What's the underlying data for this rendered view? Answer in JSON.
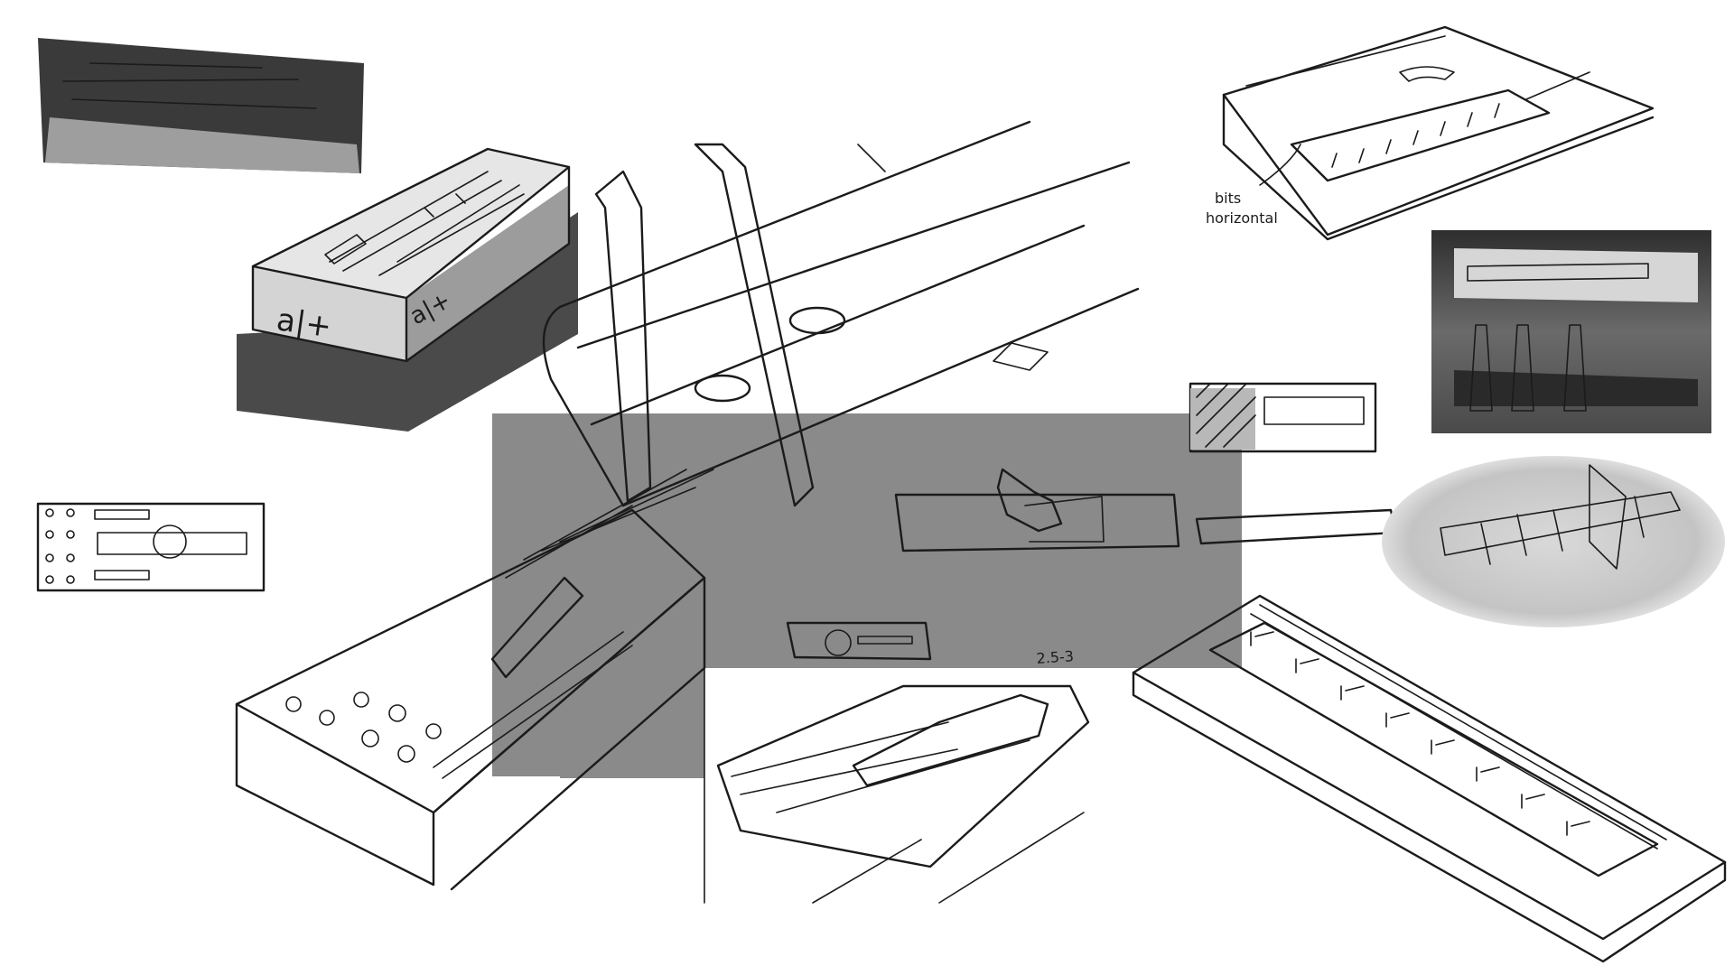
{
  "annotations": {
    "box_label_1": "a|+",
    "box_label_2": "a|+",
    "note_line_1": "bits",
    "note_line_2": "horizontal",
    "dimension_note": "2.5-3"
  },
  "colors": {
    "paper": "#ffffff",
    "ink": "#1b1b1b",
    "mid_gray_panel": "#8a8a8a",
    "marker_dark": "#444444",
    "marker_light": "#bdbdbd"
  }
}
